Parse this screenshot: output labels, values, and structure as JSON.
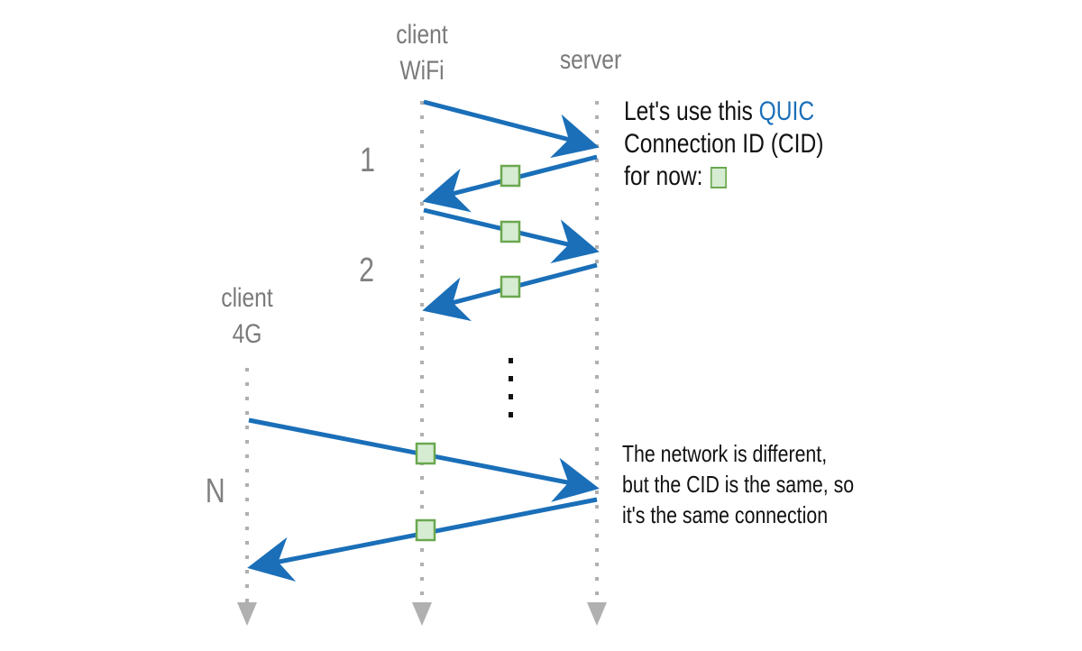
{
  "lanes": {
    "client_wifi": [
      "client",
      "WiFi"
    ],
    "server": "server",
    "client_4g": [
      "client",
      "4G"
    ]
  },
  "steps": [
    "1",
    "2",
    "N"
  ],
  "note_top": {
    "line1_prefix": "Let's use this ",
    "line1_accent": "QUIC",
    "line2": "Connection ID (CID)",
    "line3": "for now:"
  },
  "note_bottom": {
    "line1": "The network is different,",
    "line2": "but the CID is the same, so",
    "line3": "it's the same connection"
  },
  "colors": {
    "arrow": "#1a6fb8",
    "cid_fill": "#d6ecd2",
    "cid_border": "#6aa84f",
    "lifeline": "#b0b0b0",
    "accent": "#1a6fb8"
  }
}
